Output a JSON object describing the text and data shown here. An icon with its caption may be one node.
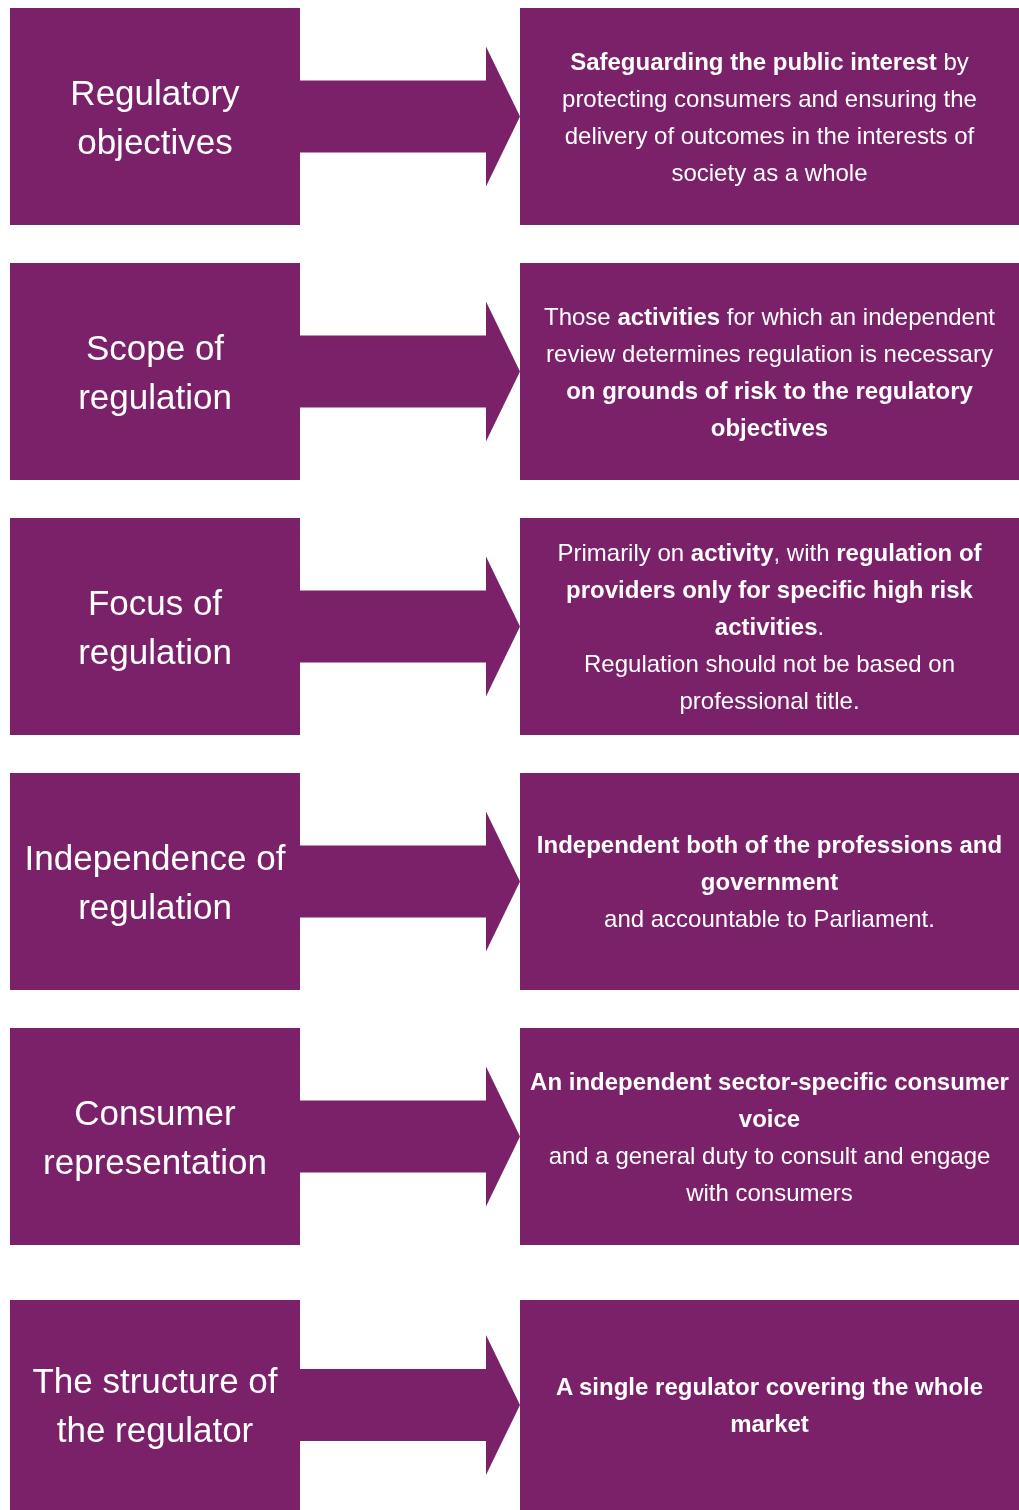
{
  "diagram": {
    "nodes": [
      {
        "text": [
          "Regulatory objectives"
        ]
      },
      {
        "text": [
          "**Safeguarding the public interest** by protecting consumers and ensuring the delivery of outcomes in the interests of society as a whole"
        ]
      },
      {
        "text": [
          "Scope of regulation"
        ]
      },
      {
        "text": [
          "Those **activities** for which an independent review determines regulation is necessary **on grounds of risk to the regulatory objectives**"
        ]
      },
      {
        "text": [
          "Focus of regulation"
        ]
      },
      {
        "text": [
          "Primarily on **activity**, with **regulation of providers only for specific high risk activities**.",
          "Regulation should not be based on professional title."
        ]
      },
      {
        "text": [
          "Independence of regulation"
        ]
      },
      {
        "text": [
          "Independent both of the professions and government",
          "and accountable to Parliament."
        ]
      },
      {
        "text": [
          "Consumer representation"
        ]
      },
      {
        "text": [
          "An independent sector-specific consumer voice",
          "and a general duty to consult and engage with consumers"
        ]
      },
      {
        "text": [
          "The structure of the regulator"
        ]
      },
      {
        "text": [
          "A single regulator covering the whole market"
        ]
      }
    ],
    "edges": [
      {
        "from": 0,
        "to": 1,
        "arrow": "to"
      },
      {
        "from": 2,
        "to": 3,
        "arrow": "to"
      },
      {
        "from": 4,
        "to": 5,
        "arrow": "to"
      },
      {
        "from": 6,
        "to": 7,
        "arrow": "to"
      },
      {
        "from": 8,
        "to": 9,
        "arrow": "to"
      },
      {
        "from": 10,
        "to": 11,
        "arrow": "to"
      }
    ]
  }
}
